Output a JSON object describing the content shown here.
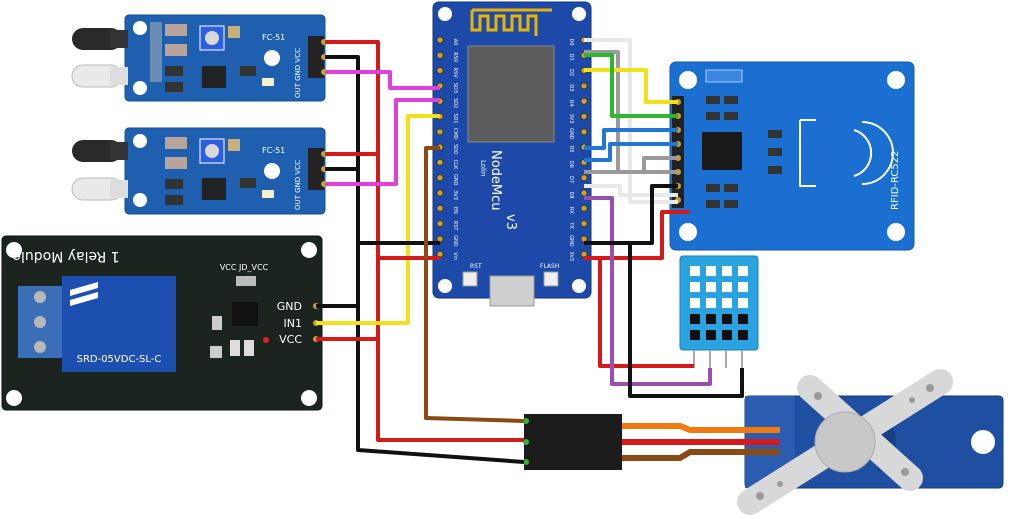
{
  "ir_sensor_1": {
    "label": "FC-51",
    "pins": "OUT GND VCC"
  },
  "ir_sensor_2": {
    "label": "FC-51",
    "pins": "OUT GND VCC"
  },
  "relay": {
    "title": "1 Relay Module",
    "relay_part": "SRD-05VDC-SL-C",
    "jumper_label": "VCC JD_VCC",
    "pin_gnd": "GND",
    "pin_in1": "IN1",
    "pin_vcc": "VCC"
  },
  "nodemcu": {
    "title": "NodeMcu",
    "version": "v3",
    "brand": "Lolin",
    "rst": "RST",
    "flash": "FLASH",
    "left_pins": [
      "A0",
      "RSV",
      "RSV",
      "SD3",
      "SD2",
      "SD1",
      "CMD",
      "SD0",
      "CLK",
      "GND",
      "3V3",
      "EN",
      "RST",
      "GND",
      "Vin"
    ],
    "right_pins": [
      "D0",
      "D1",
      "D2",
      "D3",
      "D4",
      "3V3",
      "GND",
      "D5",
      "D6",
      "D7",
      "D8",
      "RX",
      "TX",
      "GND",
      "3V3"
    ]
  },
  "rfid": {
    "label": "RFID-RC522"
  },
  "colors": {
    "ir_board": "#1f5fb0",
    "relay_board": "#1c2420",
    "nodemcu_board": "#1d4aa8",
    "rfid_board": "#1a6fd0",
    "dht_body": "#2aa3e0",
    "servo_body": "#1e4fa0",
    "wire_red": "#d41a1a",
    "wire_black": "#111111",
    "wire_yellow": "#f2e01a",
    "wire_magenta": "#e040d8",
    "wire_green": "#2fb52f",
    "wire_blue": "#2277d6",
    "wire_gray": "#9a9a9a",
    "wire_white": "#e8e8e8",
    "wire_purple": "#9a4fb0",
    "wire_brown": "#8a4a14",
    "wire_orange": "#f07a10"
  }
}
